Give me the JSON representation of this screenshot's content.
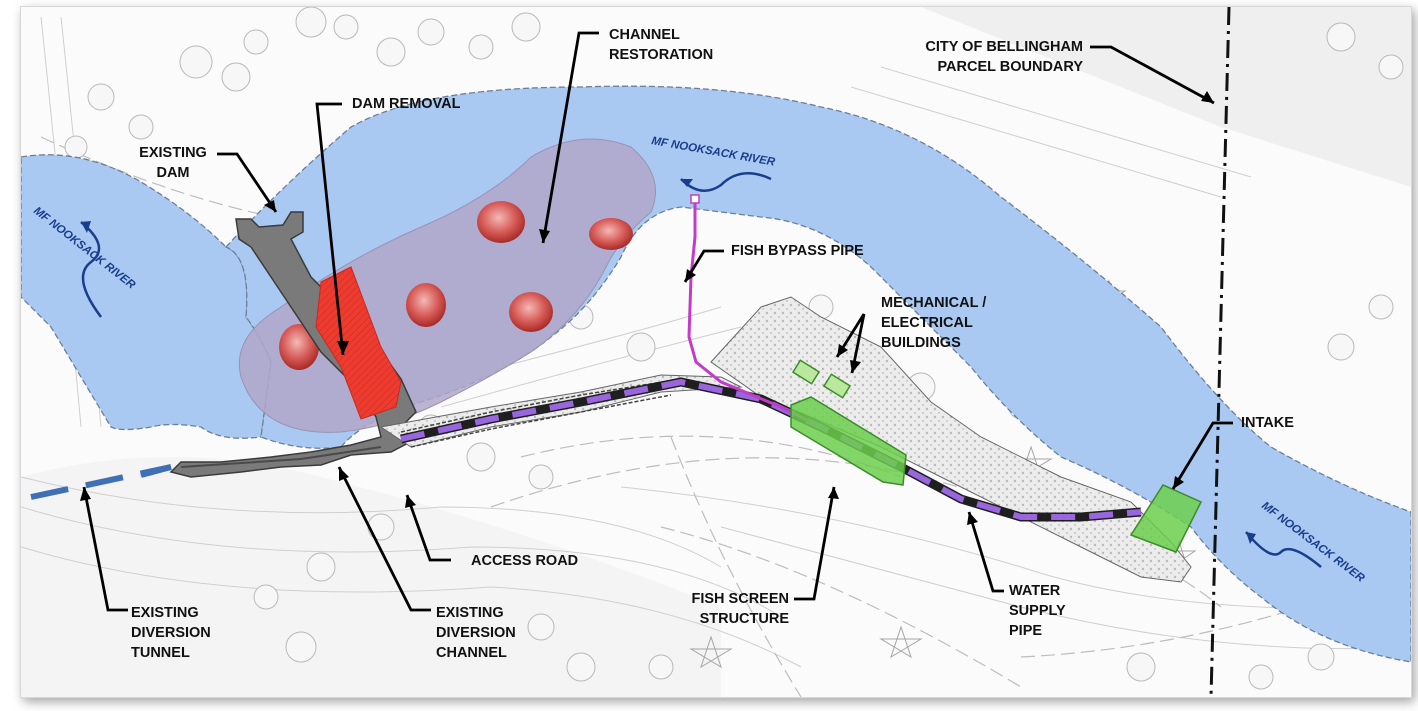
{
  "labels": {
    "existing_dam": [
      "EXISTING",
      "DAM"
    ],
    "dam_removal": [
      "DAM REMOVAL"
    ],
    "channel_restoration": [
      "CHANNEL",
      "RESTORATION"
    ],
    "city_boundary": [
      "CITY OF BELLINGHAM",
      "PARCEL BOUNDARY"
    ],
    "fish_bypass_pipe": [
      "FISH BYPASS PIPE"
    ],
    "mech_elec_buildings": [
      "MECHANICAL /",
      "ELECTRICAL",
      "BUILDINGS"
    ],
    "intake": [
      "INTAKE"
    ],
    "access_road": [
      "ACCESS ROAD"
    ],
    "existing_diversion_tunnel": [
      "EXISTING",
      "DIVERSION",
      "TUNNEL"
    ],
    "existing_diversion_channel": [
      "EXISTING",
      "DIVERSION",
      "CHANNEL"
    ],
    "fish_screen_structure": [
      "FISH SCREEN",
      "STRUCTURE"
    ],
    "water_supply_pipe": [
      "WATER",
      "SUPPLY",
      "PIPE"
    ]
  },
  "river_labels": {
    "left": "MF NOOKSACK RIVER",
    "top": "MF NOOKSACK RIVER",
    "right": "MF NOOKSACK RIVER"
  },
  "colors": {
    "river": "#a9c9f3",
    "river_edge": "#6d7f96",
    "restoration": "#b2a7c9",
    "dam_removal": "#ee3b30",
    "existing_dam": "#7a7a7a",
    "fish_screen": "#6ccf4c",
    "bypass_pipe": "#c23bc9",
    "supply_pipe": "#9966dd",
    "tunnel": "#3f6fb5",
    "callout": "#000000"
  }
}
